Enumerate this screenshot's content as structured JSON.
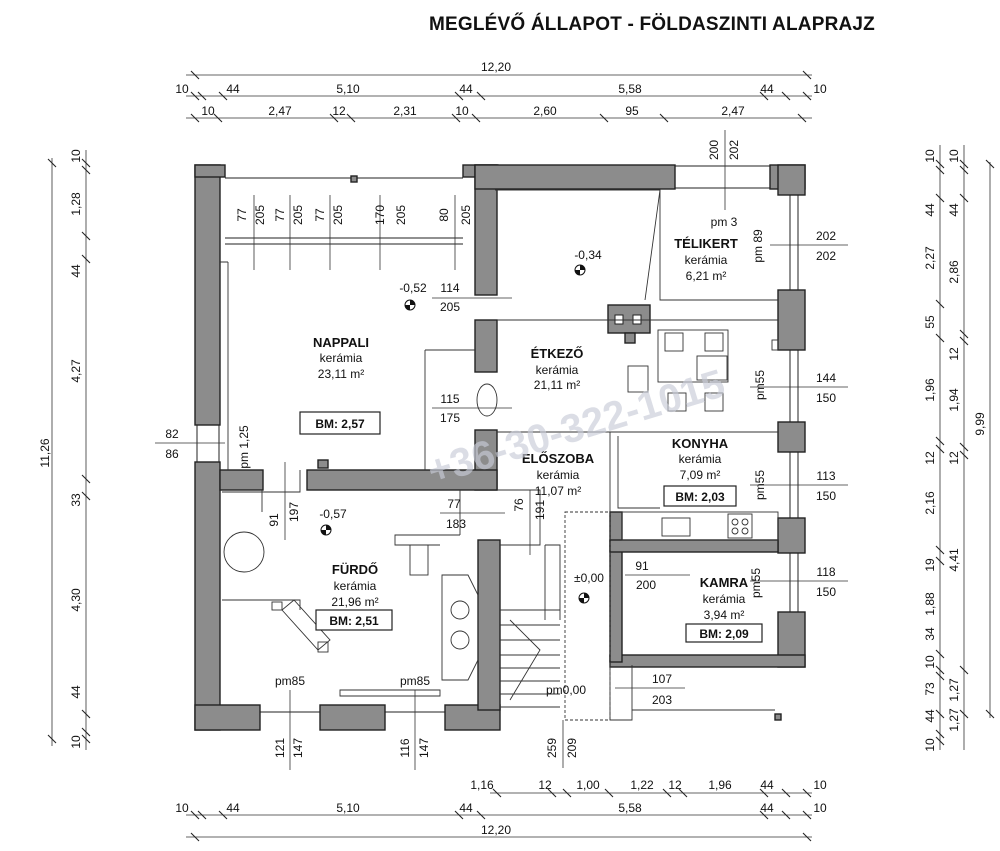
{
  "title": "MEGLÉVŐ ÁLLAPOT - FÖLDASZINTI ALAPRAJZ",
  "watermark": "+36-30-322-1015",
  "rooms": [
    {
      "name": "NAPPALI",
      "material": "kerámia",
      "area": "23,11 m²",
      "bm": "BM: 2,57"
    },
    {
      "name": "ÉTKEZŐ",
      "material": "kerámia",
      "area": "21,11 m²"
    },
    {
      "name": "TÉLIKERT",
      "material": "kerámia",
      "area": "6,21 m²"
    },
    {
      "name": "KONYHA",
      "material": "kerámia",
      "area": "7,09 m²",
      "bm": "BM: 2,03"
    },
    {
      "name": "ELŐSZOBA",
      "material": "kerámia",
      "area": "11,07 m²"
    },
    {
      "name": "FÜRDŐ",
      "material": "kerámia",
      "area": "21,96 m²",
      "bm": "BM: 2,51"
    },
    {
      "name": "KAMRA",
      "material": "kerámia",
      "area": "3,94 m²",
      "bm": "BM: 2,09"
    }
  ],
  "levels": [
    "-0,52",
    "-0,34",
    "-0,57",
    "±0,00",
    "pm0,00"
  ],
  "dims": {
    "top_total": "12,20",
    "top_row2": [
      "10",
      "44",
      "5,10",
      "44",
      "5,58",
      "44",
      "10"
    ],
    "top_row3": [
      "10",
      "2,47",
      "12",
      "2,31",
      "10",
      "2,60",
      "95",
      "2,47"
    ],
    "bottom_row1": [
      "1,16",
      "12",
      "1,00",
      "1,22",
      "12",
      "1,96",
      "44",
      "10"
    ],
    "bottom_row2": [
      "10",
      "44",
      "5,10",
      "44",
      "5,58",
      "44",
      "10"
    ],
    "bottom_total": "12,20",
    "left_total": "11,26",
    "left_row": [
      "10",
      "1,28",
      "44",
      "4,27",
      "33",
      "4,30",
      "44",
      "10"
    ],
    "right_row1": [
      "10",
      "44",
      "2,27",
      "55",
      "1,96",
      "12",
      "2,16",
      "19",
      "1,88",
      "34",
      "10",
      "73",
      "44",
      "10"
    ],
    "right_row2": [
      "10",
      "44",
      "2,86",
      "12",
      "1,94",
      "12",
      "4,41",
      "1,27",
      "1,27"
    ],
    "right_total": "9,99"
  },
  "openings": {
    "nappali_top": [
      "77",
      "205",
      "77",
      "205",
      "77",
      "205",
      "170",
      "205",
      "80",
      "205"
    ],
    "telikert_top": [
      "200",
      "202"
    ],
    "pm3": "pm 3",
    "pm89": "pm 89",
    "telikert_win": [
      "202",
      "202"
    ],
    "door_114": [
      "114",
      "205"
    ],
    "door_115": [
      "115",
      "175"
    ],
    "left_win": [
      "82",
      "86"
    ],
    "pm125": "pm 1,25",
    "furdo_door": [
      "91",
      "197"
    ],
    "eloszoba_77": [
      "77",
      "183"
    ],
    "eloszoba_76": [
      "76",
      "191"
    ],
    "etkezo_win": [
      "144",
      "150"
    ],
    "pm55_a": "pm55",
    "konyha_win": [
      "113",
      "150"
    ],
    "pm55_b": "pm55",
    "kamra_door": [
      "91",
      "200"
    ],
    "kamra_win": [
      "118",
      "150"
    ],
    "pm55_c": "pm55",
    "entry": [
      "107",
      "203"
    ],
    "pm85_a": "pm85",
    "pm85_b": "pm85",
    "furdo_win1": [
      "121",
      "147"
    ],
    "furdo_win2": [
      "116",
      "147"
    ],
    "stair": [
      "259",
      "209"
    ]
  },
  "colors": {
    "wall": "#8c8c8c",
    "line": "#222222",
    "watermark": "#c8ccd8"
  }
}
